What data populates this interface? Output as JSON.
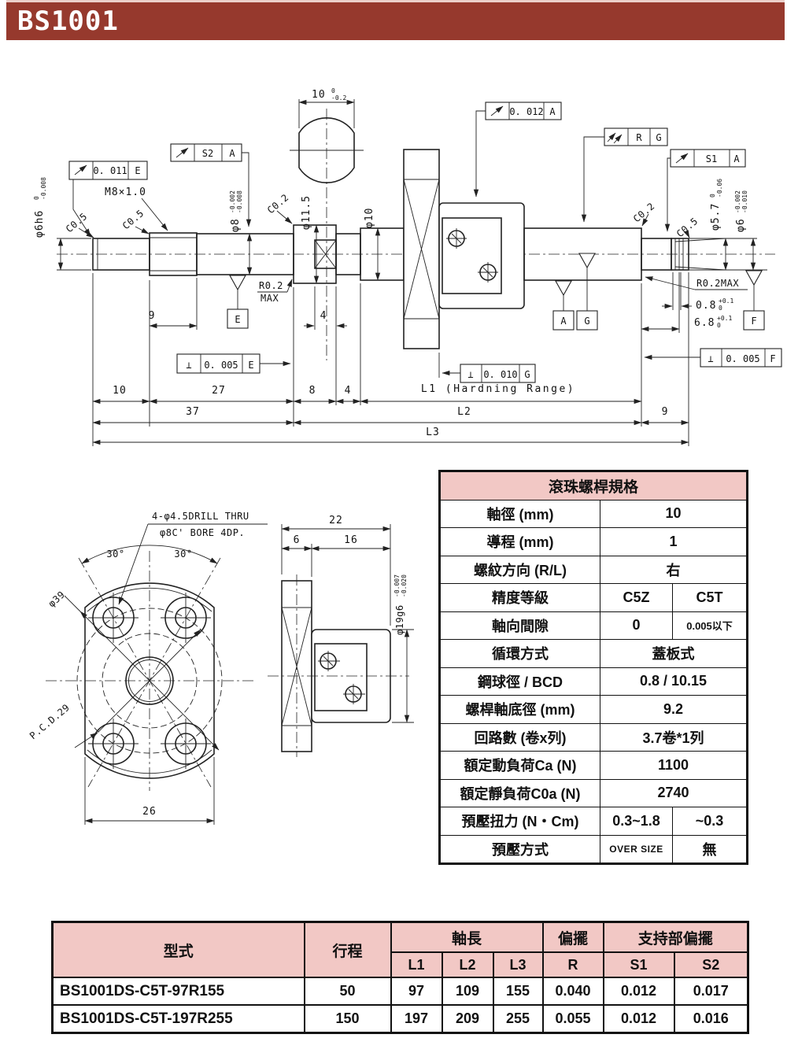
{
  "header": {
    "title": "BS1001"
  },
  "colors": {
    "header_bar": "#96392d",
    "table_header_pink": "#f2c8c5"
  },
  "drawing": {
    "frames": {
      "v011": "0. 011",
      "v012": "0. 012",
      "s2": "S2",
      "s1": "S1",
      "r": "R",
      "perp": "⊥",
      "v005": "0. 005",
      "v010": "0. 010"
    },
    "datums": {
      "a": "A",
      "e": "E",
      "g": "G",
      "f": "F"
    },
    "dims": {
      "d10": "10",
      "d10t": "0",
      "d10b": "-0.2",
      "phi6": "φ6h6",
      "phi6t": "0",
      "phi6b": "-0.008",
      "m8": "M8×1.0",
      "c05": "C0.5",
      "c02": "C0.2",
      "phi8": "φ8",
      "phi8t": "-0.002",
      "phi8b": "-0.008",
      "phi115": "φ11.5",
      "phi10": "φ10",
      "phi57": "φ5.7",
      "phi57t": "0",
      "phi57b": "-0.06",
      "phi6r": "φ6",
      "phi6rt": "-0.002",
      "phi6rb": "-0.010",
      "r02": "R0.2",
      "max": "MAX",
      "r02max": "R0.2MAX",
      "d08": "0.8",
      "d08t": "+0.1",
      "d08b": "0",
      "d68": "6.8",
      "d68t": "+0.1",
      "d68b": "0",
      "d9": "9",
      "d4": "4",
      "d10l": "10",
      "d27": "27",
      "d8": "8",
      "l1": "L1 (Hardning Range)",
      "d37": "37",
      "l2": "L2",
      "l3": "L3"
    },
    "flange": {
      "note1": "4-φ4.5DRILL THRU",
      "note2": "φ8C' BORE 4DP.",
      "a30": "30°",
      "phi39": "φ39",
      "pcd": "P.C.D.29",
      "d26": "26"
    },
    "nut": {
      "d22": "22",
      "d6": "6",
      "d16": "16",
      "phi19": "φ19g6",
      "phi19t": "-0.007",
      "phi19b": "-0.020"
    }
  },
  "spec_table": {
    "title": "滾珠螺桿規格",
    "rows": [
      {
        "label": "軸徑 (mm)",
        "value": "10"
      },
      {
        "label": "導程 (mm)",
        "value": "1"
      },
      {
        "label": "螺紋方向 (R/L)",
        "value": "右"
      },
      {
        "label": "精度等級",
        "v1": "C5Z",
        "v2": "C5T"
      },
      {
        "label": "軸向間隙",
        "v1": "0",
        "v2": "0.005以下"
      },
      {
        "label": "循環方式",
        "value": "蓋板式"
      },
      {
        "label": "鋼球徑 / BCD",
        "value": "0.8 / 10.15"
      },
      {
        "label": "螺桿軸底徑 (mm)",
        "value": "9.2"
      },
      {
        "label": "回路數 (卷x列)",
        "value": "3.7卷*1列"
      },
      {
        "label": "額定動負荷Ca (N)",
        "value": "1100"
      },
      {
        "label": "額定靜負荷C0a (N)",
        "value": "2740"
      },
      {
        "label": "預壓扭力 (N・Cm)",
        "v1": "0.3~1.8",
        "v2": "~0.3"
      },
      {
        "label": "預壓方式",
        "v1": "OVER SIZE",
        "v2": "無"
      }
    ]
  },
  "model_table": {
    "headers": {
      "model": "型式",
      "stroke": "行程",
      "shaft_len": "軸長",
      "runout": "偏擺",
      "support_runout": "支持部偏擺",
      "l1": "L1",
      "l2": "L2",
      "l3": "L3",
      "r": "R",
      "s1": "S1",
      "s2": "S2"
    },
    "rows": [
      {
        "model": "BS1001DS-C5T-97R155",
        "stroke": "50",
        "l1": "97",
        "l2": "109",
        "l3": "155",
        "r": "0.040",
        "s1": "0.012",
        "s2": "0.017"
      },
      {
        "model": "BS1001DS-C5T-197R255",
        "stroke": "150",
        "l1": "197",
        "l2": "209",
        "l3": "255",
        "r": "0.055",
        "s1": "0.012",
        "s2": "0.016"
      }
    ]
  }
}
